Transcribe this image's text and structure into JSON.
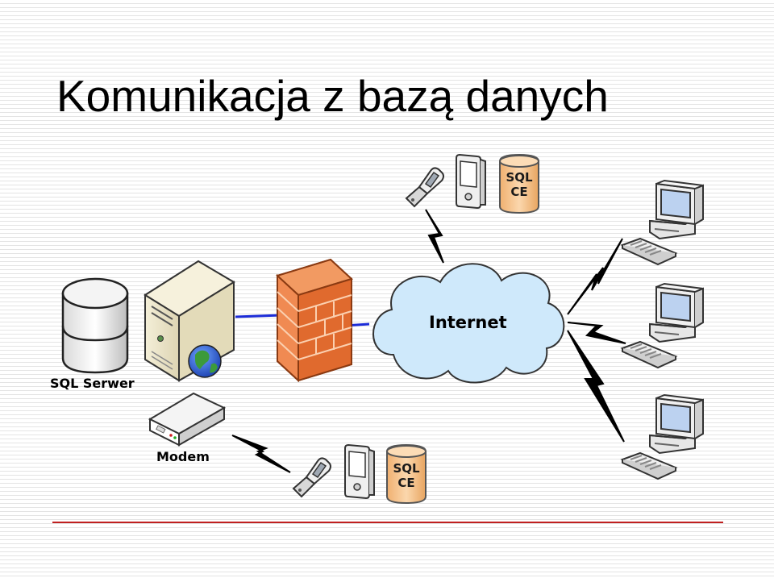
{
  "slide": {
    "title": "Komunikacja z bazą danych"
  },
  "labels": {
    "internet": "Internet",
    "sql_server": "SQL Serwer",
    "modem": "Modem",
    "sql_ce_top": [
      "SQL",
      "CE"
    ],
    "sql_ce_bottom": [
      "SQL",
      "CE"
    ]
  },
  "colors": {
    "cloud_fill": "#cfe9fb",
    "firewall_fill": "#e8743a",
    "sql_ce_fill": "#f6c48c",
    "link_blue": "#1c2cd8",
    "divider": "#c02020"
  },
  "icons": {
    "database": "database-cylinder-icon",
    "server": "server-tower-icon",
    "globe": "globe-icon",
    "firewall": "firewall-brick-icon",
    "cloud": "internet-cloud-icon",
    "modem": "modem-icon",
    "phone": "flip-phone-icon",
    "pda": "pda-icon",
    "workstation": "desktop-computer-icon",
    "link": "lightning-link-icon"
  }
}
